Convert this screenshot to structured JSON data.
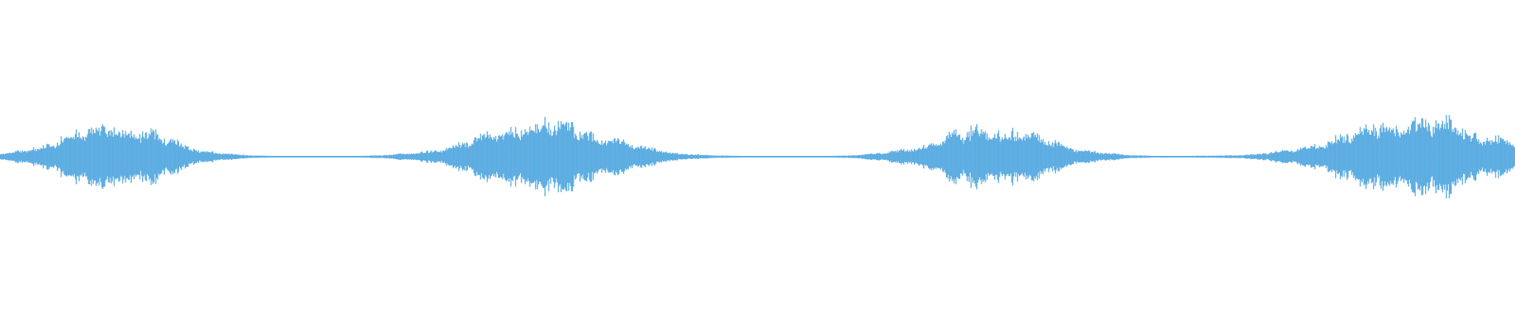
{
  "waveform": {
    "color": "#5dade2",
    "background": "#ffffff",
    "bursts": [
      {
        "center": 0.075,
        "spread": 0.07,
        "peak": 0.44
      },
      {
        "center": 0.36,
        "spread": 0.085,
        "peak": 0.48
      },
      {
        "center": 0.655,
        "spread": 0.075,
        "peak": 0.4
      },
      {
        "center": 0.935,
        "spread": 0.095,
        "peak": 0.52
      }
    ],
    "baseline_amplitude": 0.008
  }
}
